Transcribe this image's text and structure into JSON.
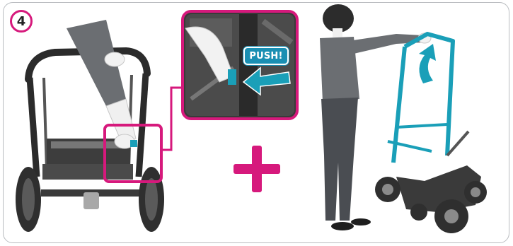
{
  "step": {
    "number": "4"
  },
  "callout": {
    "label": "PUSH!"
  },
  "colors": {
    "accent_magenta": "#d6197c",
    "accent_teal": "#1a9fb8",
    "frame_dark": "#2b2b2b",
    "border_gray": "#b9bcc0"
  },
  "icons": [
    "step-number-badge",
    "highlight-box",
    "push-arrow-icon",
    "plus-icon",
    "lift-arrow-icon"
  ]
}
